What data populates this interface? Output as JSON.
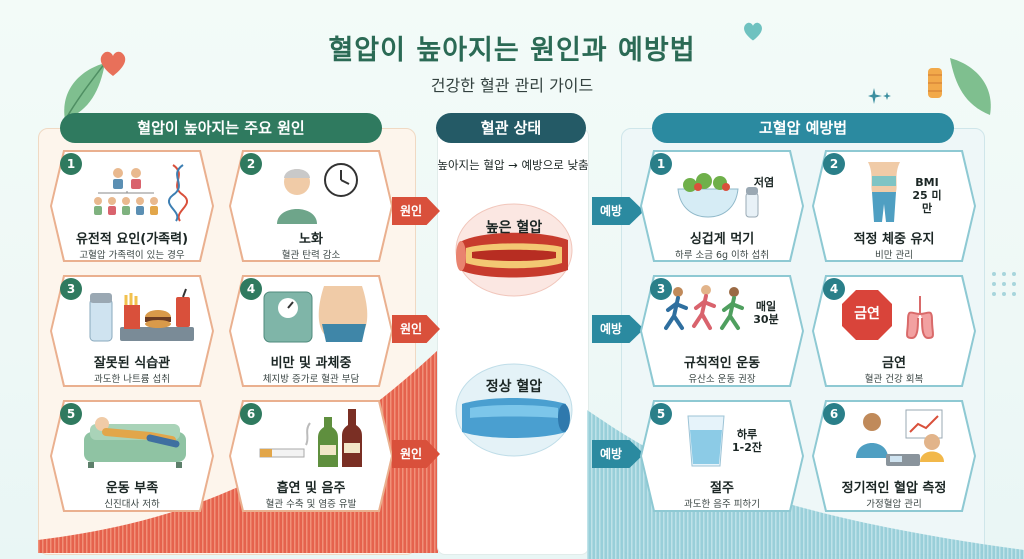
{
  "header": {
    "title": "혈압이 높아지는 원인과 예방법",
    "subtitle": "건강한 혈관 관리 가이드"
  },
  "causes": {
    "heading": "혈압이 높아지는 주요 원인",
    "items": [
      {
        "num": "1",
        "title": "유전적 요인(가족력)",
        "desc": "고혈압 가족력이 있는 경우",
        "icon": "family-dna-icon"
      },
      {
        "num": "2",
        "title": "노화",
        "desc": "혈관 탄력 감소",
        "icon": "elderly-clock-icon"
      },
      {
        "num": "3",
        "title": "잘못된 식습관",
        "desc": "과도한 나트륨 섭취",
        "icon": "salt-fastfood-icon"
      },
      {
        "num": "4",
        "title": "비만 및 과체중",
        "desc": "체지방 증가로 혈관 부담",
        "icon": "scale-belly-icon"
      },
      {
        "num": "5",
        "title": "운동 부족",
        "desc": "신진대사 저하",
        "icon": "couch-person-icon"
      },
      {
        "num": "6",
        "title": "흡연 및 음주",
        "desc": "혈관 수축 및 염증 유발",
        "icon": "cigarette-bottles-icon"
      }
    ],
    "arrow_label": "원인"
  },
  "vessel": {
    "heading": "혈관 상태",
    "flow_text": "높아지는 혈압 → 예방으로 낮춤",
    "high_label": "높은 혈압",
    "normal_label": "정상 혈압"
  },
  "prevention": {
    "heading": "고혈압 예방법",
    "items": [
      {
        "num": "1",
        "title": "싱겁게 먹기",
        "desc": "하루 소금 6g 이하 섭취",
        "badge": "저염",
        "icon": "salad-salt-icon"
      },
      {
        "num": "2",
        "title": "적정 체중 유지",
        "desc": "비만 관리",
        "badge": "BMI 25 미만",
        "icon": "body-shape-icon"
      },
      {
        "num": "3",
        "title": "규칙적인 운동",
        "desc": "유산소 운동 권장",
        "badge": "매일 30분",
        "icon": "runners-icon"
      },
      {
        "num": "4",
        "title": "금연",
        "desc": "혈관 건강 회복",
        "badge": "금연",
        "icon": "no-smoking-lungs-icon"
      },
      {
        "num": "5",
        "title": "절주",
        "desc": "과도한 음주 피하기",
        "badge": "하루 1-2잔",
        "icon": "water-glass-icon"
      },
      {
        "num": "6",
        "title": "정기적인 혈압 측정",
        "desc": "가정혈압 관리",
        "icon": "bp-monitor-icon"
      }
    ],
    "arrow_label": "예방"
  },
  "colors": {
    "primary_green": "#2f7a5f",
    "risk_red": "#d9503b",
    "prevent_teal": "#2b8aa0"
  }
}
